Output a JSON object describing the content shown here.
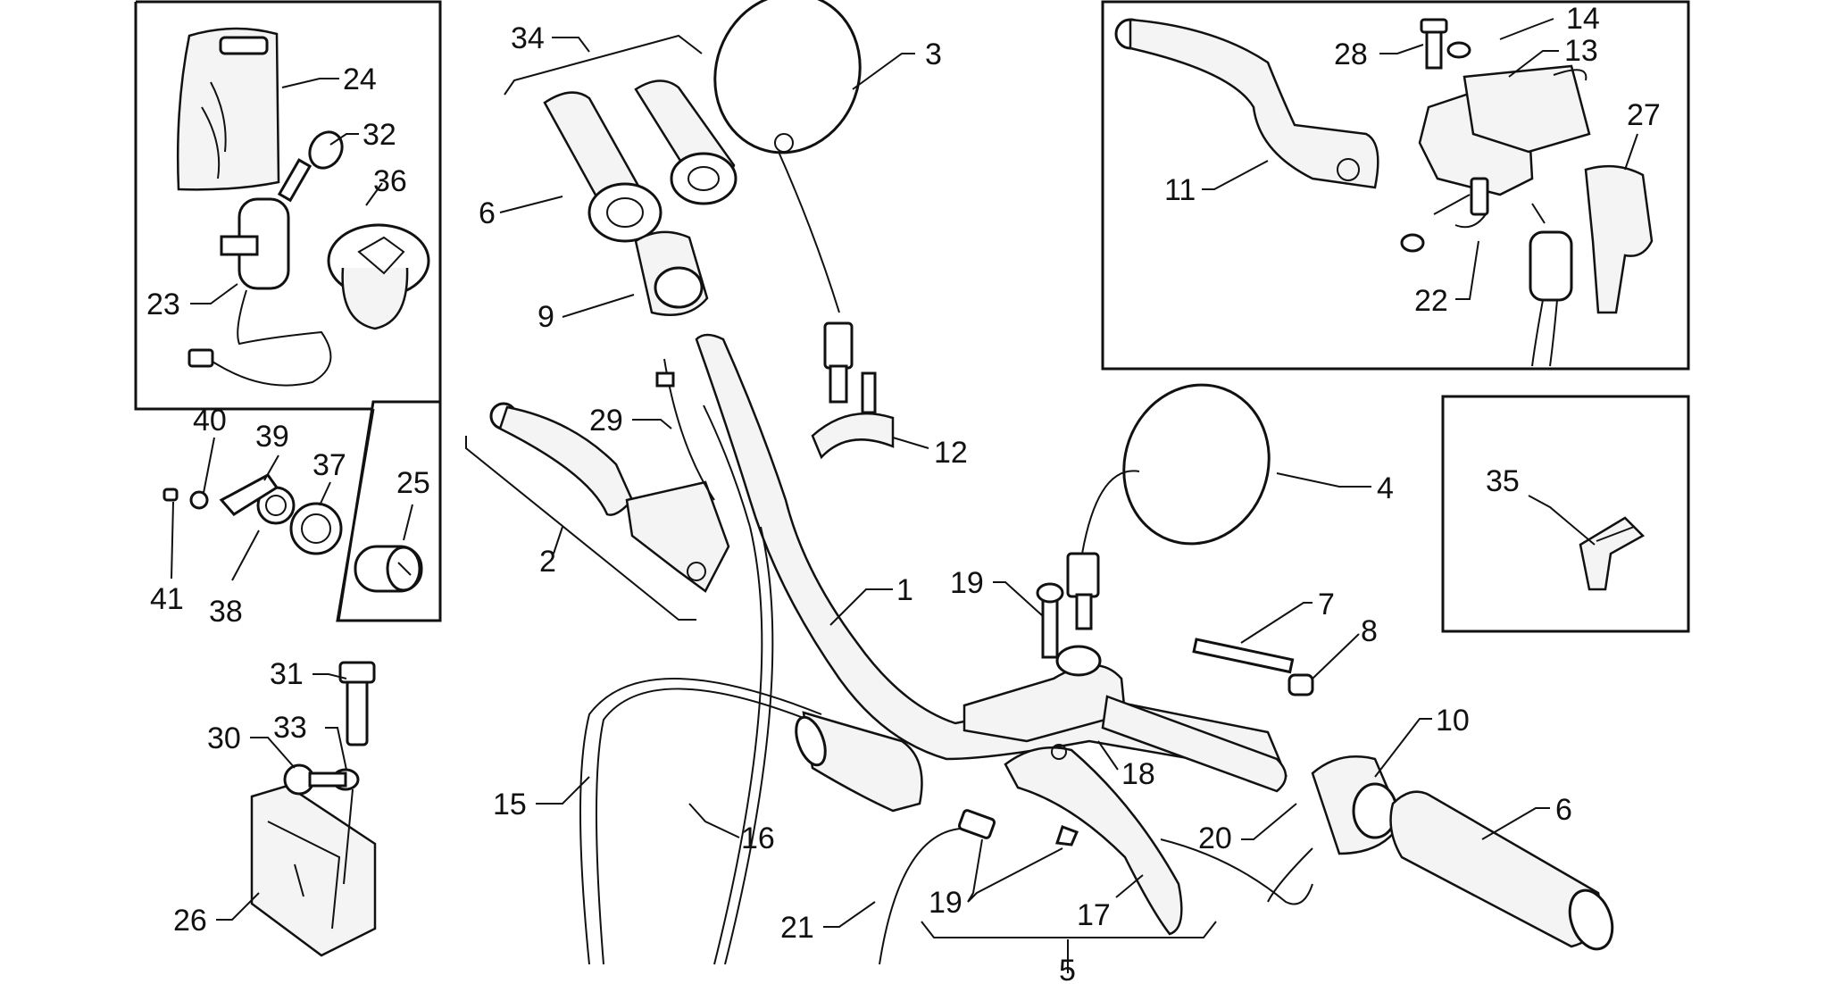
{
  "diagram": {
    "callouts": [
      {
        "id": "c1",
        "text": "1"
      },
      {
        "id": "c2",
        "text": "2"
      },
      {
        "id": "c3",
        "text": "3"
      },
      {
        "id": "c4",
        "text": "4"
      },
      {
        "id": "c5",
        "text": "5"
      },
      {
        "id": "c6a",
        "text": "6"
      },
      {
        "id": "c6b",
        "text": "6"
      },
      {
        "id": "c7",
        "text": "7"
      },
      {
        "id": "c8",
        "text": "8"
      },
      {
        "id": "c9",
        "text": "9"
      },
      {
        "id": "c10",
        "text": "10"
      },
      {
        "id": "c11",
        "text": "11"
      },
      {
        "id": "c12",
        "text": "12"
      },
      {
        "id": "c13",
        "text": "13"
      },
      {
        "id": "c14",
        "text": "14"
      },
      {
        "id": "c15",
        "text": "15"
      },
      {
        "id": "c16",
        "text": "16"
      },
      {
        "id": "c17",
        "text": "17"
      },
      {
        "id": "c18",
        "text": "18"
      },
      {
        "id": "c19a",
        "text": "19"
      },
      {
        "id": "c19b",
        "text": "19"
      },
      {
        "id": "c20",
        "text": "20"
      },
      {
        "id": "c21",
        "text": "21"
      },
      {
        "id": "c22",
        "text": "22"
      },
      {
        "id": "c23",
        "text": "23"
      },
      {
        "id": "c24",
        "text": "24"
      },
      {
        "id": "c25",
        "text": "25"
      },
      {
        "id": "c26",
        "text": "26"
      },
      {
        "id": "c27",
        "text": "27"
      },
      {
        "id": "c28",
        "text": "28"
      },
      {
        "id": "c29",
        "text": "29"
      },
      {
        "id": "c30",
        "text": "30"
      },
      {
        "id": "c31",
        "text": "31"
      },
      {
        "id": "c32",
        "text": "32"
      },
      {
        "id": "c33",
        "text": "33"
      },
      {
        "id": "c34",
        "text": "34"
      },
      {
        "id": "c35",
        "text": "35"
      },
      {
        "id": "c36",
        "text": "36"
      },
      {
        "id": "c37",
        "text": "37"
      },
      {
        "id": "c38",
        "text": "38"
      },
      {
        "id": "c39",
        "text": "39"
      },
      {
        "id": "c40",
        "text": "40"
      },
      {
        "id": "c41",
        "text": "41"
      }
    ]
  }
}
